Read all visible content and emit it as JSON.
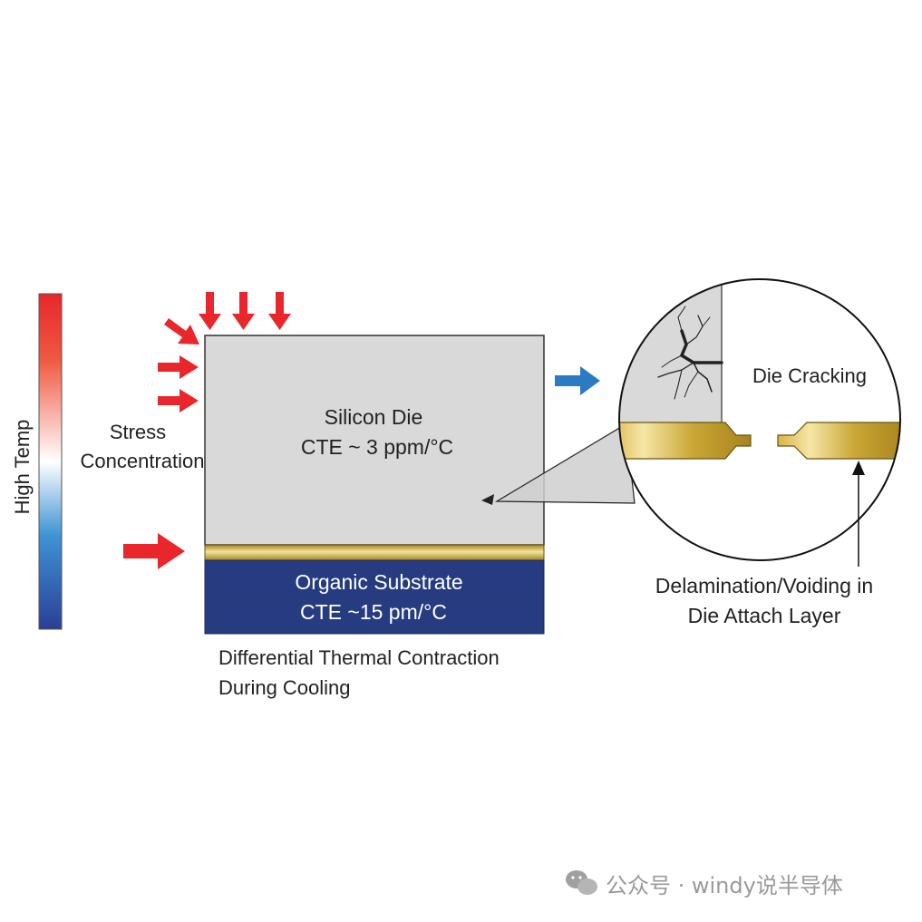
{
  "colorbar": {
    "label": "High Temp",
    "colors": {
      "hot": "#e8262b",
      "mid": "#ffffff",
      "cold": "#2a3f94"
    }
  },
  "stress": {
    "label_line1": "Stress",
    "label_line2": "Concentration",
    "arrow_color": "#e8262b"
  },
  "die": {
    "name": "Silicon Die",
    "cte": "CTE ~ 3 ppm/°C",
    "fill": "#d9d9d9"
  },
  "attach": {
    "fill": "#c9a634"
  },
  "substrate": {
    "name": "Organic Substrate",
    "cte": "CTE ~15 pm/°C",
    "fill": "#263b80"
  },
  "caption": {
    "line1": "Differential Thermal Contraction",
    "line2": "During Cooling"
  },
  "zoom": {
    "crack_label": "Die Cracking",
    "delam_line1": "Delamination/Voiding in",
    "delam_line2": "Die Attach Layer",
    "arrow_color": "#2a7bc4"
  },
  "watermark": {
    "text": "公众号 · windy说半导体"
  }
}
